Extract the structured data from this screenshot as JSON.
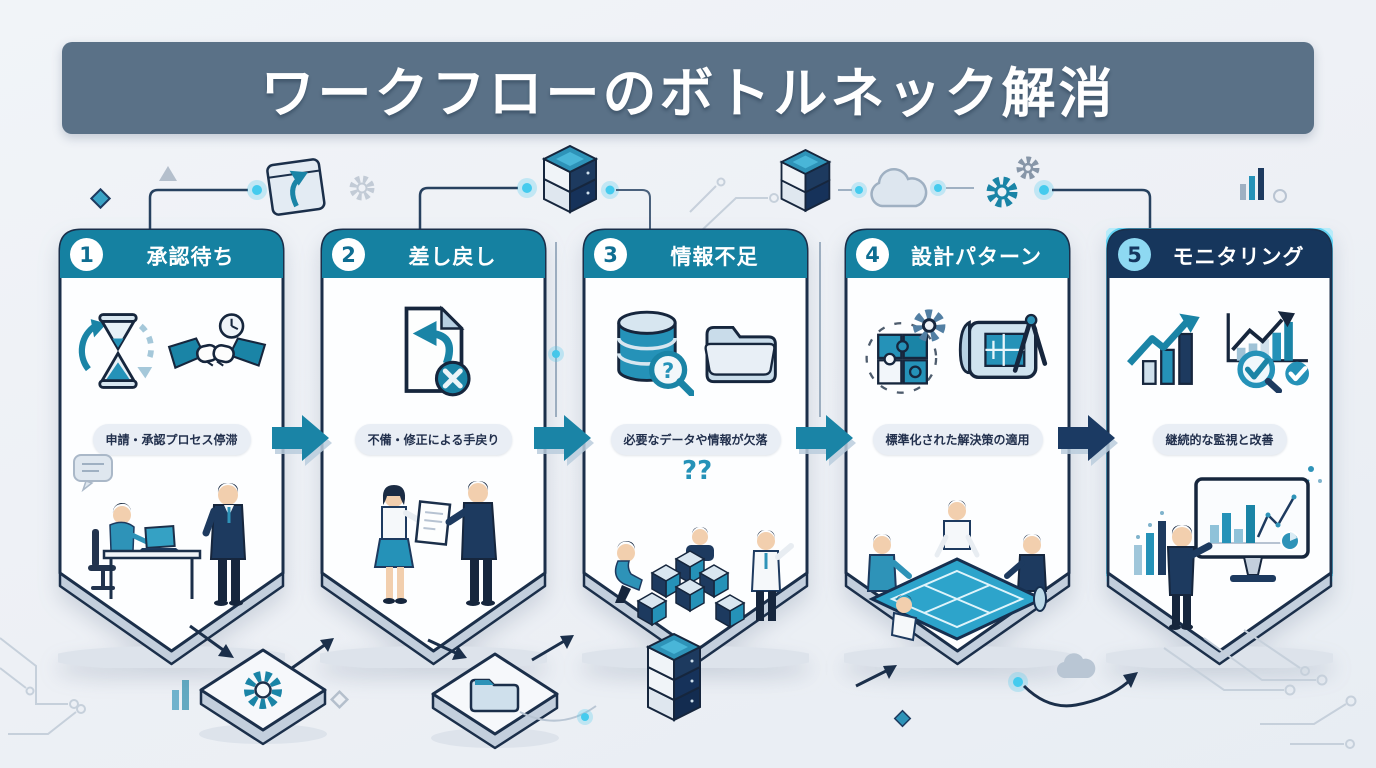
{
  "title": "ワークフローのボトルネック解消",
  "panels": [
    {
      "number": "1",
      "title": "承認待ち",
      "caption": "申請・承認プロセス停滞",
      "icons": [
        "loop-hourglass-icon",
        "handshake-clock-icon"
      ],
      "scene": "employee-at-desk-with-manager"
    },
    {
      "number": "2",
      "title": "差し戻し",
      "caption": "不備・修正による手戻り",
      "icons": [
        "document-return-x-icon"
      ],
      "scene": "two-people-reviewing-document"
    },
    {
      "number": "3",
      "title": "情報不足",
      "caption": "必要なデータや情報が欠落",
      "icons": [
        "database-search-icon",
        "folder-icon"
      ],
      "annotation": "??",
      "icon_question": "?",
      "scene": "people-searching-scattered-cubes"
    },
    {
      "number": "4",
      "title": "設計パターン",
      "caption": "標準化された解決策の適用",
      "icons": [
        "puzzle-gear-icon",
        "blueprint-compass-icon"
      ],
      "scene": "team-around-blueprint"
    },
    {
      "number": "5",
      "title": "モニタリング",
      "caption": "継続的な監視と改善",
      "icons": [
        "growth-bars-icon",
        "chart-magnifier-check-icon"
      ],
      "scene": "analyst-at-dashboard",
      "highlighted": true
    }
  ],
  "flow": {
    "arrow_count": 4,
    "arrow_colors": [
      "#1a84a6",
      "#1a84a6",
      "#1a84a6",
      "#1b3a63"
    ]
  },
  "decorations": {
    "top": [
      "diamond",
      "triangle-icon",
      "window-upload-icon",
      "gear-icon",
      "server-stack-icon",
      "circuit-traces",
      "server-stack-icon",
      "cloud-icon",
      "gears-icon",
      "mini-bar-chart-icon"
    ],
    "bottom": [
      "circuit-traces",
      "mini-bar-chart-icon",
      "gear-tile-icon",
      "folder-tile-icon",
      "server-stack-icon",
      "cloud-icon",
      "diamond",
      "circuit-traces"
    ]
  },
  "colors": {
    "background": "#eef1f6",
    "banner": "#5a7187",
    "panel_header": "#1581a1",
    "panel_header_highlight": "#16365c",
    "panel_border": "#1b2f4a",
    "accent_teal": "#1a84a6",
    "accent_navy": "#1d3a5f",
    "pill_bg": "#e9eef5",
    "pill_text": "#22304d",
    "glow_cyan": "#56cdf0"
  }
}
